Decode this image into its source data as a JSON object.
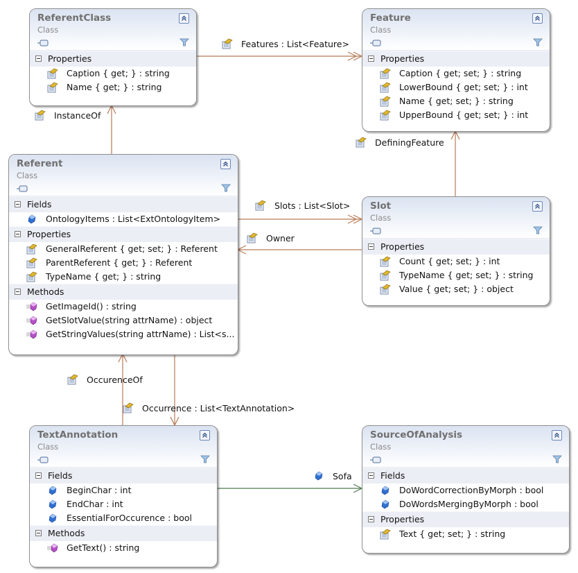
{
  "diagram": {
    "colors": {
      "association": "#b77a57",
      "field_association": "#4e7a50",
      "class_header": "#dbe3f1",
      "section_band": "#ebeef5",
      "class_name": "#6f6f6f"
    },
    "classes": [
      {
        "id": "referent-class",
        "name": "ReferentClass",
        "kind": "Class",
        "sections": [
          {
            "title": "Properties",
            "icon": "property-icon",
            "members": [
              "Caption { get; } : string",
              "Name { get; } : string"
            ]
          }
        ]
      },
      {
        "id": "feature",
        "name": "Feature",
        "kind": "Class",
        "sections": [
          {
            "title": "Properties",
            "icon": "property-icon",
            "members": [
              "Caption { get; set; } : string",
              "LowerBound { get; set; } : int",
              "Name { get; set; } : string",
              "UpperBound { get; set; } : int"
            ]
          }
        ]
      },
      {
        "id": "referent",
        "name": "Referent",
        "kind": "Class",
        "sections": [
          {
            "title": "Fields",
            "icon": "field-icon",
            "members": [
              "OntologyItems : List<ExtOntologyItem>"
            ]
          },
          {
            "title": "Properties",
            "icon": "property-icon",
            "members": [
              "GeneralReferent { get; set; } : Referent",
              "ParentReferent { get; } : Referent",
              "TypeName { get; } : string"
            ]
          },
          {
            "title": "Methods",
            "icon": "method-icon",
            "members": [
              "GetImageId() : string",
              "GetSlotValue(string attrName) : object",
              "GetStringValues(string attrName)  : List<s..."
            ]
          }
        ]
      },
      {
        "id": "slot",
        "name": "Slot",
        "kind": "Class",
        "sections": [
          {
            "title": "Properties",
            "icon": "property-icon",
            "members": [
              "Count { get; set; } : int",
              "TypeName { get; set; } : string",
              "Value { get; set; } : object"
            ]
          }
        ]
      },
      {
        "id": "text-annotation",
        "name": "TextAnnotation",
        "kind": "Class",
        "sections": [
          {
            "title": "Fields",
            "icon": "field-icon",
            "members": [
              "BeginChar : int",
              "EndChar : int",
              "EssentialForOccurence : bool"
            ]
          },
          {
            "title": "Methods",
            "icon": "method-icon",
            "members": [
              "GetText() : string"
            ]
          }
        ]
      },
      {
        "id": "source-of-analysis",
        "name": "SourceOfAnalysis",
        "kind": "Class",
        "sections": [
          {
            "title": "Fields",
            "icon": "field-icon",
            "members": [
              "DoWordCorrectionByMorph : bool",
              "DoWordsMergingByMorph : bool"
            ]
          },
          {
            "title": "Properties",
            "icon": "property-icon",
            "members": [
              "Text { get; set; } : string"
            ]
          }
        ]
      }
    ],
    "associations": [
      {
        "id": "features",
        "label": "Features : List<Feature>",
        "from": "ReferentClass",
        "to": "Feature",
        "icon": "property-icon",
        "collection": true
      },
      {
        "id": "instance-of",
        "label": "InstanceOf",
        "from": "Referent",
        "to": "ReferentClass",
        "icon": "property-icon",
        "collection": false
      },
      {
        "id": "defining-feature",
        "label": "DefiningFeature",
        "from": "Slot",
        "to": "Feature",
        "icon": "property-icon",
        "collection": false
      },
      {
        "id": "slots",
        "label": "Slots : List<Slot>",
        "from": "Referent",
        "to": "Slot",
        "icon": "property-icon",
        "collection": true
      },
      {
        "id": "owner",
        "label": "Owner",
        "from": "Slot",
        "to": "Referent",
        "icon": "property-icon",
        "collection": false
      },
      {
        "id": "occurence-of",
        "label": "OccurenceOf",
        "from": "TextAnnotation",
        "to": "Referent",
        "icon": "property-icon",
        "collection": false
      },
      {
        "id": "occurrence",
        "label": "Occurrence : List<TextAnnotation>",
        "from": "Referent",
        "to": "TextAnnotation",
        "icon": "property-icon",
        "collection": true
      },
      {
        "id": "sofa",
        "label": "Sofa",
        "from": "TextAnnotation",
        "to": "SourceOfAnalysis",
        "icon": "field-icon",
        "collection": false
      }
    ]
  }
}
